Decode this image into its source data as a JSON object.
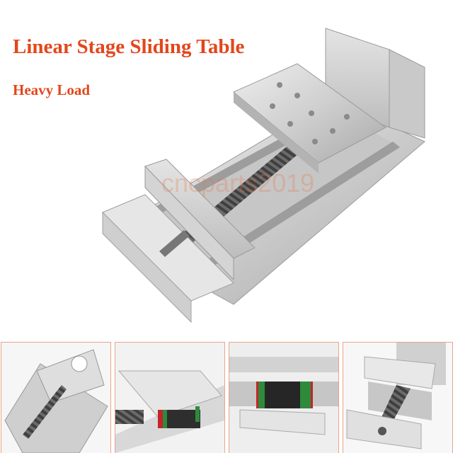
{
  "hero": {
    "title": "Linear Stage Sliding Table",
    "subtitle": "Heavy Load",
    "watermark": "cncparts2019",
    "colors": {
      "title": "#e2471c",
      "watermark": "#e8764a",
      "aluminum_light": "#dcdcdc",
      "aluminum_mid": "#b9b9b9",
      "aluminum_dark": "#8c8c8c",
      "ballscrew": "#5a5a5a",
      "thumb_border": "#e8a58a",
      "carriage_green": "#2e8b3c",
      "carriage_red": "#c4252a"
    }
  },
  "thumbnails": [
    {
      "label": "motor-mount-end-view"
    },
    {
      "label": "sliding-plate-side-view"
    },
    {
      "label": "linear-guide-carriage-closeup"
    },
    {
      "label": "end-plate-front-view"
    }
  ]
}
